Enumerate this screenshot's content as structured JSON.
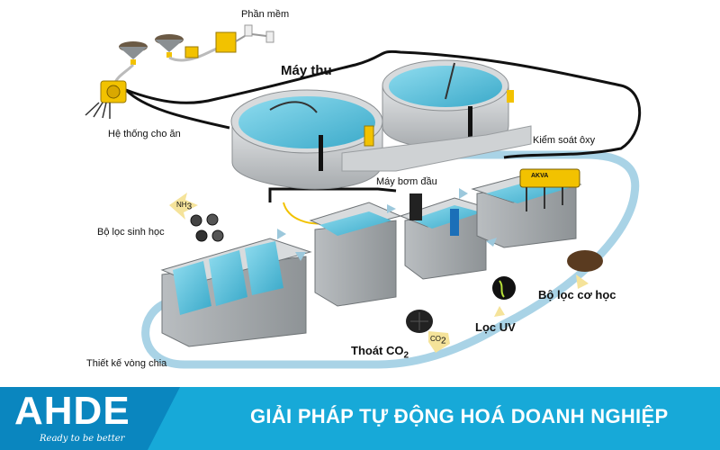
{
  "labels": {
    "software": "Phần mềm",
    "receiver": "Máy thu",
    "feeding_system": "Hệ thống cho ăn",
    "oxygen_control": "Kiểm soát ôxy",
    "head_pump": "Máy bơm đầu",
    "biofilter": "Bộ lọc sinh học",
    "nh3": "NH",
    "nh3_sub": "3",
    "mechanical_filter": "Bộ lọc cơ học",
    "uv_filter": "Lọc UV",
    "co2_degas": "Thoát CO",
    "co2_sub": "2",
    "co2_icon": "CO",
    "co2_icon_sub": "2",
    "split_loop": "Thiết kế vòng chia",
    "oxygen_unit_brand": "AKVA"
  },
  "brand": {
    "logo": "AHDE",
    "tagline": "Ready to be better",
    "slogan": "GIẢI PHÁP TỰ ĐỘNG HOÁ DOANH NGHIỆP"
  },
  "colors": {
    "water": "#5fc4de",
    "concrete": "#c9cdd0",
    "pipe": "#9ec9de",
    "cable": "#111111",
    "equipment_yellow": "#f2c200",
    "footer_bar": "#17a9d8",
    "footer_logo_bg": "#0a86bf"
  }
}
